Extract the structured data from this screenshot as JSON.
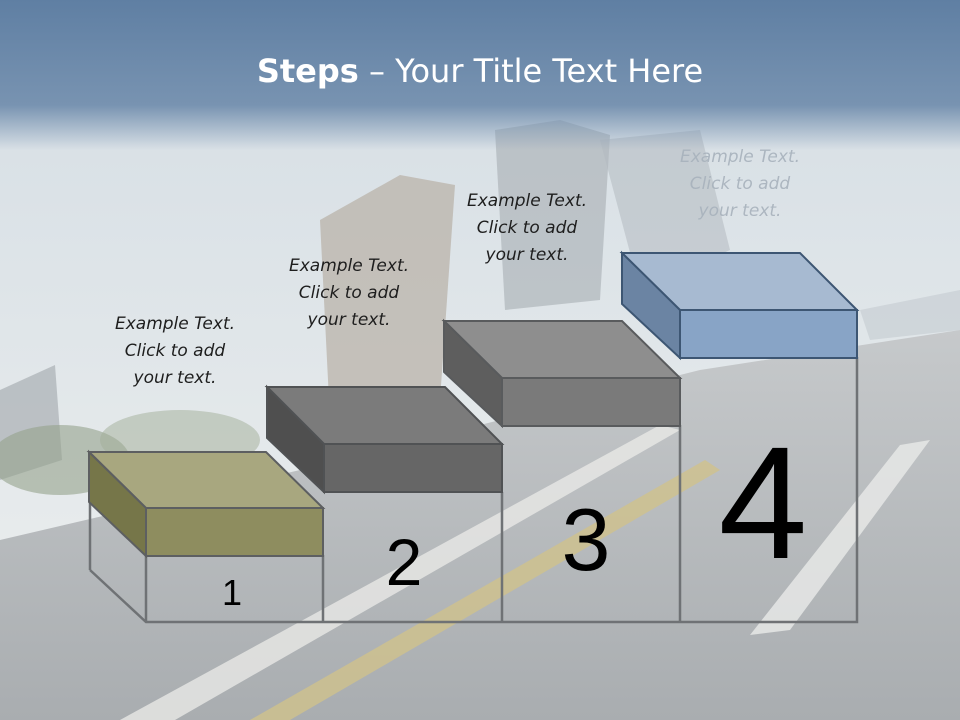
{
  "title": {
    "bold": "Steps",
    "rest": " – Your Title Text Here"
  },
  "steps": [
    {
      "number": "1",
      "lines": [
        "Example Text.",
        "Click  to add",
        "your text."
      ],
      "color": "#8d8c5d"
    },
    {
      "number": "2",
      "lines": [
        "Example Text.",
        "Click  to add",
        "your text."
      ],
      "color": "#686868"
    },
    {
      "number": "3",
      "lines": [
        "Example Text.",
        "Click  to add",
        "your text."
      ],
      "color": "#7c7c7c"
    },
    {
      "number": "4",
      "lines": [
        "Example Text.",
        "Click  to add",
        "your text."
      ],
      "color": "#8ba5c4"
    }
  ]
}
